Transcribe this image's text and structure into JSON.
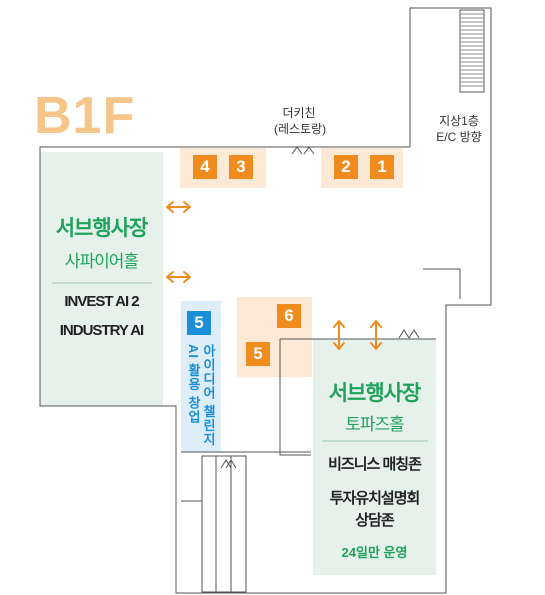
{
  "floor": {
    "title": "B1F"
  },
  "labels": {
    "restaurant": [
      "더키친",
      "(레스토랑)"
    ],
    "elevator": [
      "지상1층",
      "E/C 방향"
    ]
  },
  "halls": {
    "sapphire": {
      "title": "서브행사장",
      "subtitle": "사파이어홀",
      "programs": [
        "INVEST AI 2",
        "INDUSTRY AI"
      ]
    },
    "topaz": {
      "title": "서브행사장",
      "subtitle": "토파즈홀",
      "programs": [
        "비즈니스 매칭존",
        "투자유치설명회",
        "상담존"
      ],
      "note": "24일만 운영"
    }
  },
  "booths": {
    "b4": "4",
    "b3": "3",
    "b2": "2",
    "b1": "1",
    "b6": "6",
    "b5_orange": "5",
    "b5_blue": "5"
  },
  "challenge": [
    "AI 활용 창업",
    "아이디어 챌린지"
  ],
  "colors": {
    "accent_orange": "#f08c1e",
    "booth_blue": "#1a8fd8",
    "hall_green": "#1fa35b",
    "hall_fill": "#e6f1ec",
    "zone_peach": "#fde9d6",
    "zone_blue": "#ddeef9",
    "floor_title": "#f6c58a"
  }
}
